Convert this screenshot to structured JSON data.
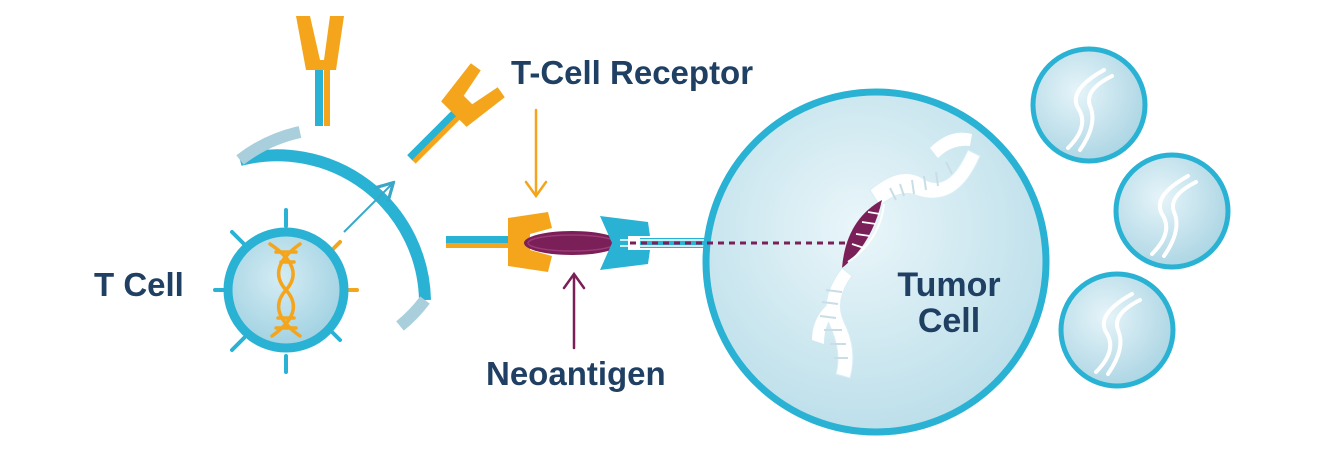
{
  "labels": {
    "t_cell_receptor": "T-Cell Receptor",
    "t_cell": "T Cell",
    "neoantigen": "Neoantigen",
    "tumor_cell_line1": "Tumor",
    "tumor_cell_line2": "Cell"
  },
  "colors": {
    "text": "#1f3f63",
    "receptor_orange": "#f4a51c",
    "cell_blue": "#29b2d3",
    "cell_fill": "#c9e6f0",
    "neoantigen_purple": "#7b1f58",
    "membrane_gray": "#a9cfdc"
  }
}
